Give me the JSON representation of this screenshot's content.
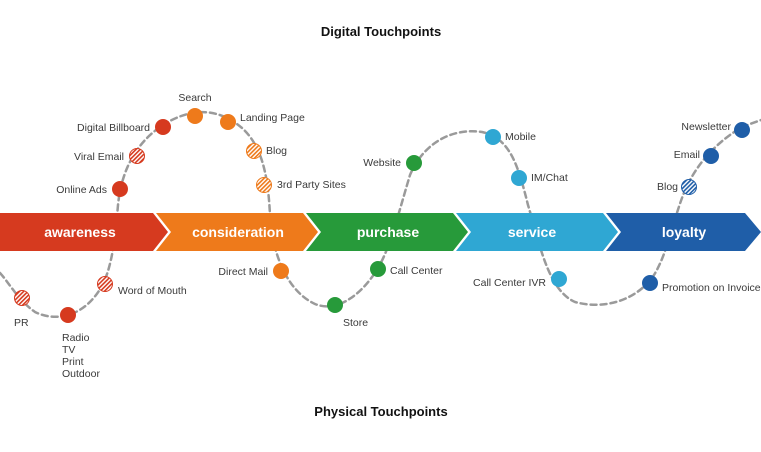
{
  "digital_heading": "Digital Touchpoints",
  "physical_heading": "Physical Touchpoints",
  "colors": {
    "awareness": "#d63a1f",
    "consideration": "#ee7a1b",
    "purchase": "#279a3a",
    "service": "#2fa7d3",
    "loyalty": "#1f5ea8",
    "path": "#9a9a9a"
  },
  "stages": [
    {
      "id": "awareness",
      "label": "awareness"
    },
    {
      "id": "consideration",
      "label": "consideration"
    },
    {
      "id": "purchase",
      "label": "purchase"
    },
    {
      "id": "service",
      "label": "service"
    },
    {
      "id": "loyalty",
      "label": "loyalty"
    }
  ],
  "touchpoints": {
    "digital_billboard": "Digital Billboard",
    "viral_email": "Viral Email",
    "online_ads": "Online Ads",
    "search": "Search",
    "landing_page": "Landing Page",
    "blog_consideration": "Blog",
    "third_party_sites": "3rd Party Sites",
    "website": "Website",
    "mobile": "Mobile",
    "im_chat": "IM/Chat",
    "newsletter": "Newsletter",
    "email": "Email",
    "blog_loyalty": "Blog",
    "pr": "PR",
    "radio_lines": [
      "Radio",
      "TV",
      "Print",
      "Outdoor"
    ],
    "word_of_mouth": "Word of Mouth",
    "direct_mail": "Direct Mail",
    "store": "Store",
    "call_center": "Call Center",
    "call_center_ivr": "Call Center IVR",
    "promotion_on_invoice": "Promotion on Invoice"
  }
}
